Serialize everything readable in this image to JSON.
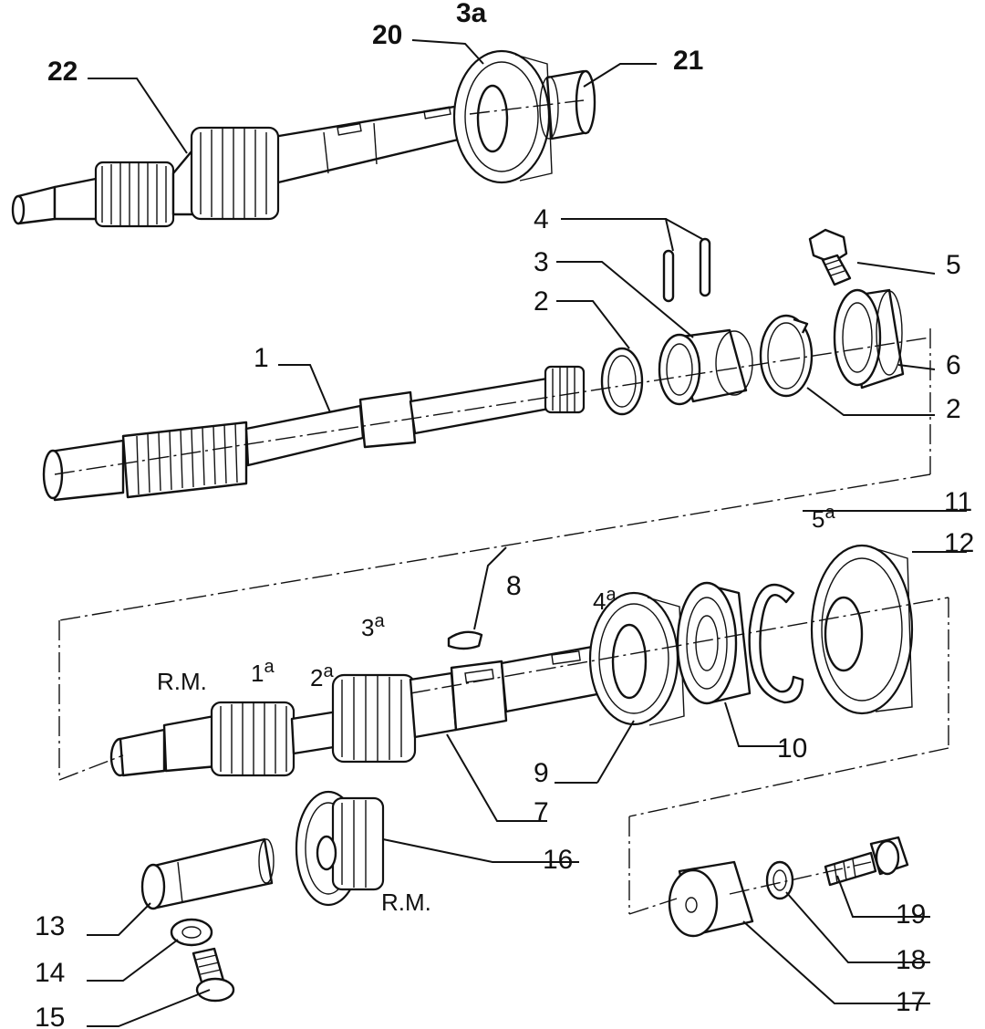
{
  "labels": {
    "l1": "1",
    "l2a": "2",
    "l2b": "2",
    "l3": "3",
    "l4": "4",
    "l5": "5",
    "l6": "6",
    "l7": "7",
    "l8": "8",
    "l9": "9",
    "l10": "10",
    "l11": "11",
    "l12": "12",
    "l13": "13",
    "l14": "14",
    "l15": "15",
    "l16": "16",
    "l17": "17",
    "l18": "18",
    "l19": "19",
    "l20": "20",
    "l21": "21",
    "l22": "22",
    "l3a_top": "3a",
    "gear_rm": "R.M.",
    "gear_1": "1",
    "gear_2": "2",
    "gear_3": "3",
    "gear_4": "4",
    "gear_5": "5",
    "sup_a": "a",
    "rm_lower": "R.M."
  }
}
